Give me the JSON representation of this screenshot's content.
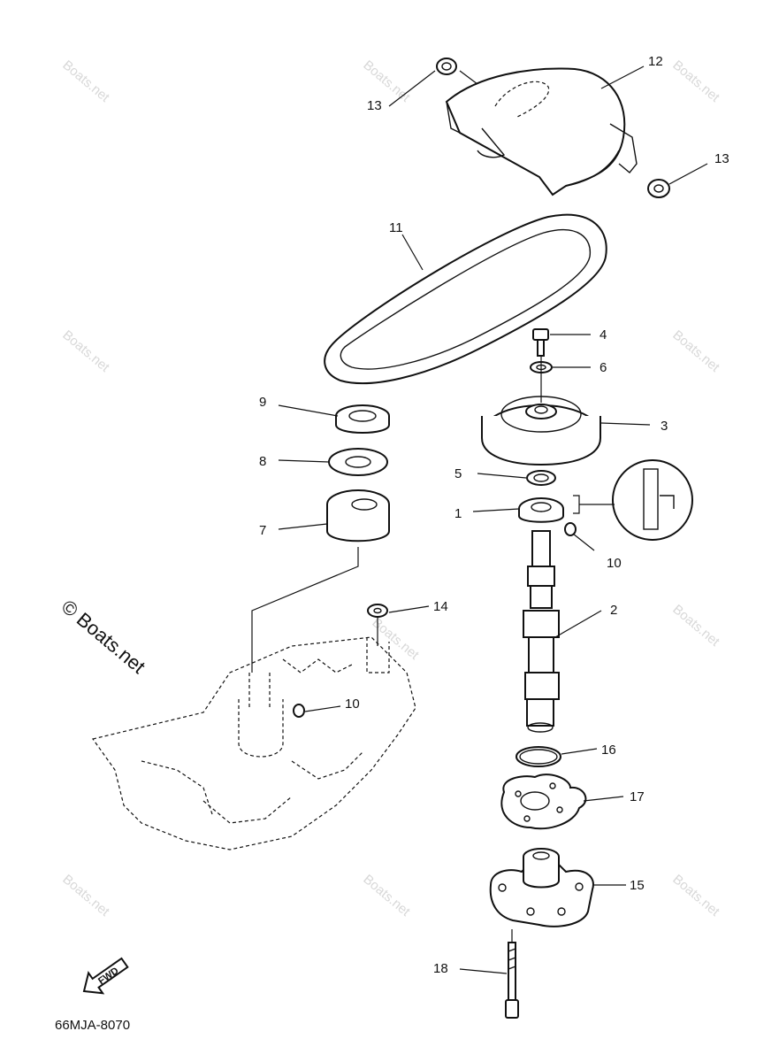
{
  "diagram_code": "66MJA-8070",
  "watermark_text": "Boats.net",
  "watermark_large": "© Boats.net",
  "fwd_label": "FWD",
  "callouts": {
    "c1": "1",
    "c2": "2",
    "c3": "3",
    "c4": "4",
    "c5": "5",
    "c6": "6",
    "c7": "7",
    "c8": "8",
    "c9": "9",
    "c10a": "10",
    "c10b": "10",
    "c11": "11",
    "c12": "12",
    "c13a": "13",
    "c13b": "13",
    "c14": "14",
    "c15": "15",
    "c16": "16",
    "c17": "17",
    "c18": "18"
  },
  "colors": {
    "line": "#111111",
    "watermark": "#d8d8d8",
    "background": "#ffffff"
  }
}
